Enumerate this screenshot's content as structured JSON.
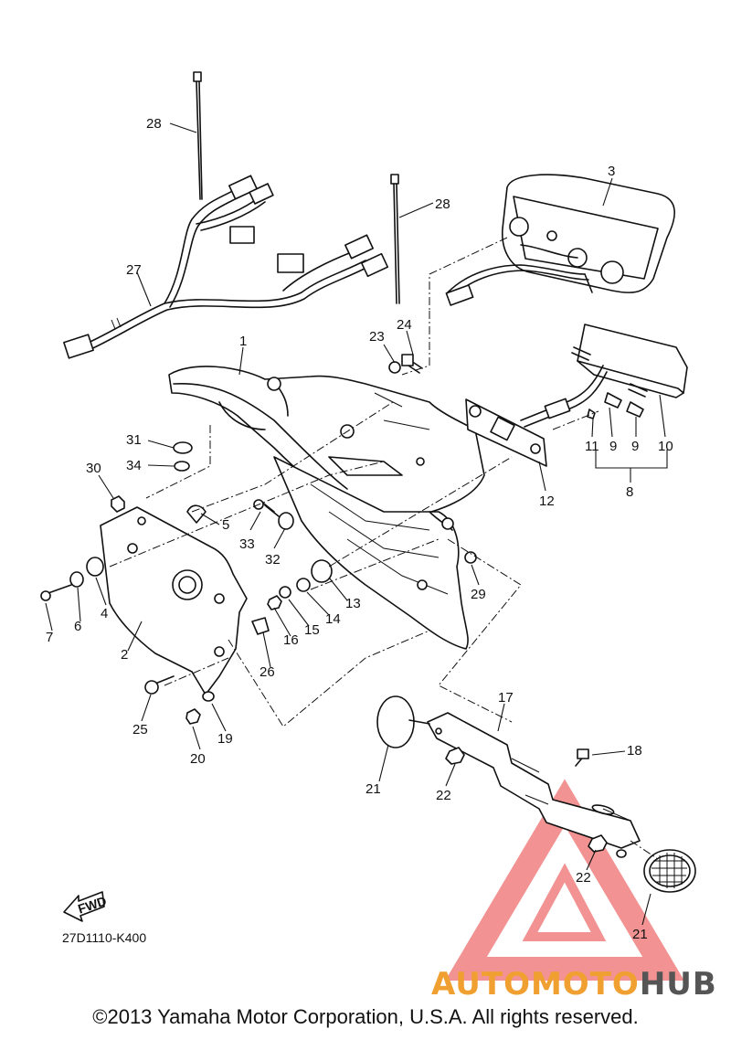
{
  "diagram": {
    "part_code": "27D1110-K400",
    "fwd_label": "FWD",
    "callouts": [
      {
        "id": "c28a",
        "label": "28"
      },
      {
        "id": "c28b",
        "label": "28"
      },
      {
        "id": "c27",
        "label": "27"
      },
      {
        "id": "c3",
        "label": "3"
      },
      {
        "id": "c1",
        "label": "1"
      },
      {
        "id": "c23",
        "label": "23"
      },
      {
        "id": "c24",
        "label": "24"
      },
      {
        "id": "c31",
        "label": "31"
      },
      {
        "id": "c34",
        "label": "34"
      },
      {
        "id": "c30",
        "label": "30"
      },
      {
        "id": "c5",
        "label": "5"
      },
      {
        "id": "c33",
        "label": "33"
      },
      {
        "id": "c32",
        "label": "32"
      },
      {
        "id": "c11",
        "label": "11"
      },
      {
        "id": "c9a",
        "label": "9"
      },
      {
        "id": "c9b",
        "label": "9"
      },
      {
        "id": "c10",
        "label": "10"
      },
      {
        "id": "c8",
        "label": "8"
      },
      {
        "id": "c12",
        "label": "12"
      },
      {
        "id": "c29",
        "label": "29"
      },
      {
        "id": "c13",
        "label": "13"
      },
      {
        "id": "c14",
        "label": "14"
      },
      {
        "id": "c15",
        "label": "15"
      },
      {
        "id": "c16",
        "label": "16"
      },
      {
        "id": "c4",
        "label": "4"
      },
      {
        "id": "c6",
        "label": "6"
      },
      {
        "id": "c7",
        "label": "7"
      },
      {
        "id": "c2",
        "label": "2"
      },
      {
        "id": "c26",
        "label": "26"
      },
      {
        "id": "c25",
        "label": "25"
      },
      {
        "id": "c19",
        "label": "19"
      },
      {
        "id": "c20",
        "label": "20"
      },
      {
        "id": "c17",
        "label": "17"
      },
      {
        "id": "c18",
        "label": "18"
      },
      {
        "id": "c21a",
        "label": "21"
      },
      {
        "id": "c22a",
        "label": "22"
      },
      {
        "id": "c22b",
        "label": "22"
      },
      {
        "id": "c21b",
        "label": "21"
      }
    ]
  },
  "watermark": {
    "part1": "AUTOMOTO",
    "part2": "HUB",
    "color_primary": "#f0a030",
    "color_secondary": "#555555",
    "triangle_color": "#f08080"
  },
  "footer": {
    "copyright": "©2013 Yamaha Motor Corporation, U.S.A. All rights reserved."
  }
}
